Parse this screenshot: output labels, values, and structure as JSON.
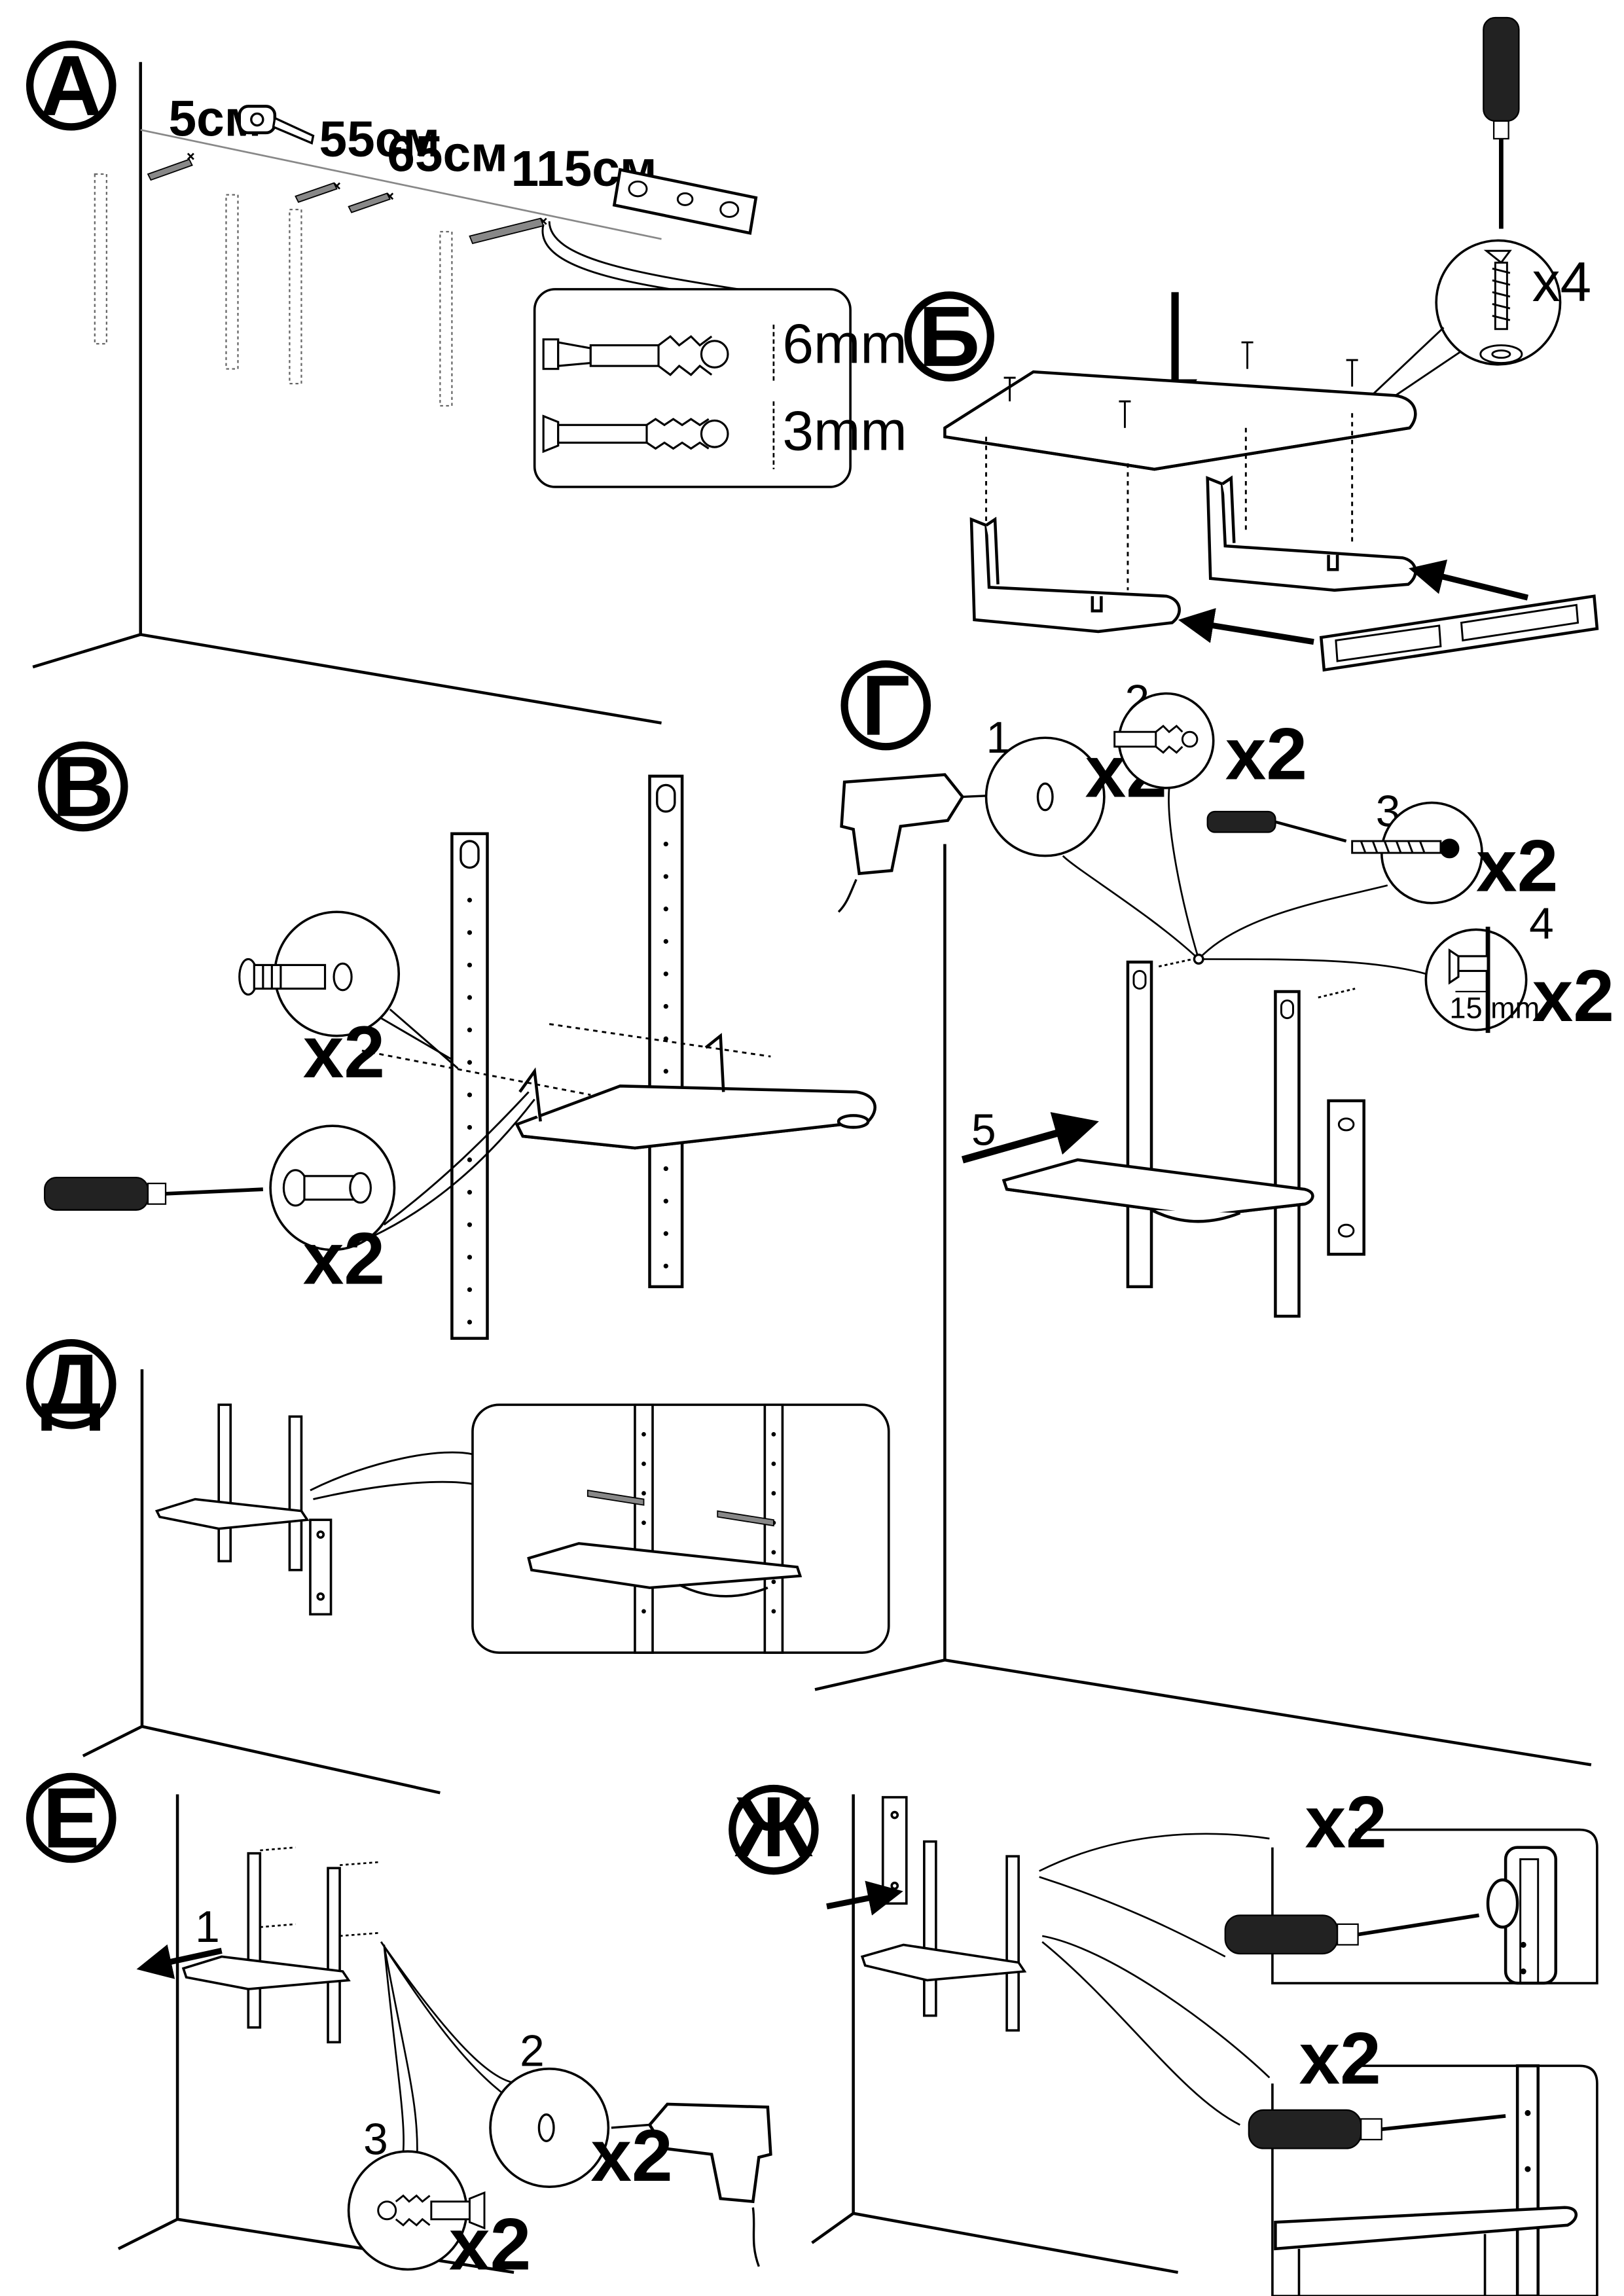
{
  "colors": {
    "ink": "#000000",
    "paper": "#ffffff",
    "grey": "#555555"
  },
  "icons": [
    "tape-measure-icon",
    "spirit-level-icon",
    "screwdriver-icon",
    "drill-icon",
    "wall-plug-icon",
    "screw-icon",
    "arrow-icon"
  ],
  "panels": {
    "a": {
      "label": "А",
      "dims": [
        "5см",
        "55см",
        "65см",
        "115см"
      ],
      "plug_sizes": [
        "6mm",
        "3mm"
      ]
    },
    "b": {
      "label": "Б",
      "count": "x4"
    },
    "v": {
      "label": "В",
      "count_top": "x2",
      "count_bottom": "x2"
    },
    "g": {
      "label": "Г",
      "steps": [
        "1",
        "2",
        "3",
        "4",
        "5"
      ],
      "counts": [
        "x2",
        "x2",
        "x2",
        "x2"
      ],
      "depth": "15 mm"
    },
    "d": {
      "label": "Д"
    },
    "e": {
      "label": "Е",
      "steps": [
        "1",
        "2",
        "3"
      ],
      "counts": [
        "x2",
        "x2"
      ]
    },
    "zh": {
      "label": "Ж",
      "counts": [
        "x2",
        "x2"
      ]
    }
  }
}
